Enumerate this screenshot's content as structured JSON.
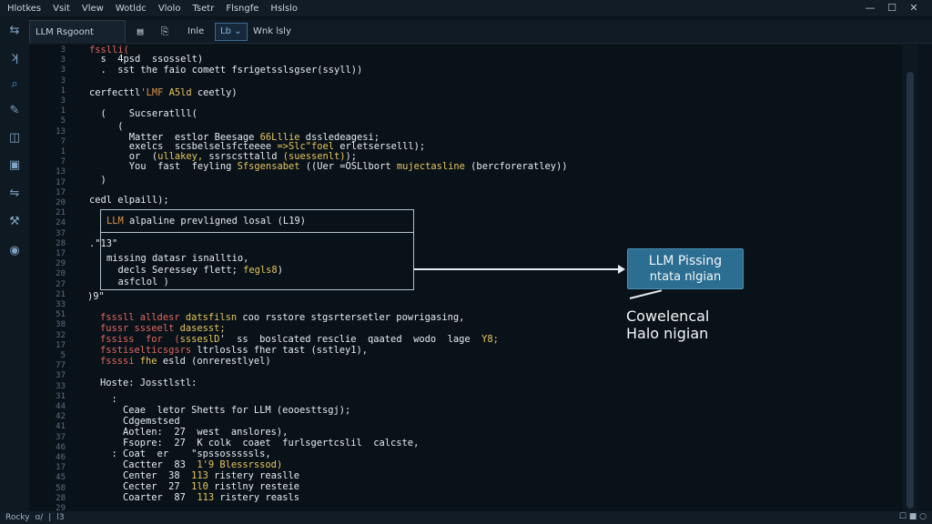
{
  "menubar": {
    "items": [
      "Hlotkes",
      "Vsit",
      "Vlew",
      "Wotldc",
      "Vlolo",
      "Tsetr",
      "Flsngfe",
      "Hslslo"
    ],
    "controls": [
      "—",
      "☐",
      "✕"
    ]
  },
  "activity": {
    "icons": [
      "files-icon",
      "source-control-icon",
      "search-icon",
      "edit-icon",
      "split-icon",
      "extensions-icon",
      "run-icon",
      "tools-icon",
      "account-icon"
    ]
  },
  "tabs": {
    "file_tab": "LLM Rsgoont",
    "info_tab": "Inle",
    "box_tab": "Lb ⌄",
    "help_tab": "Wnk lsly"
  },
  "gutter": [
    "3",
    "3",
    "3",
    "3",
    "1",
    "3",
    "1",
    "5",
    "13",
    "7",
    "1",
    "7",
    "13",
    "17",
    "17",
    "20",
    "21",
    "24",
    "37",
    "28",
    "17",
    "29",
    "20",
    "27",
    "21",
    "33",
    "51",
    "38",
    "32",
    "17",
    "5",
    "77",
    "37",
    "33",
    "31",
    "44",
    "42",
    "41",
    "37",
    "46",
    "46",
    "17",
    "45",
    "58",
    "28",
    "29"
  ],
  "code": [
    {
      "parts": [
        {
          "t": "fsslli(",
          " c": "r"
        }
      ]
    },
    {
      "parts": [
        {
          "t": "  s  4psd  ssosselt)",
          "c": "w"
        }
      ]
    },
    {
      "parts": [
        {
          "t": "  .  sst the faio comett fsrigetsslsgser(ssyll))",
          "c": "w"
        }
      ]
    },
    {
      "parts": [
        {
          "t": "cerfecttl",
          "c": "w"
        },
        {
          "t": "'LMF ",
          "c": "o"
        },
        {
          "t": "A5ld",
          "c": "y"
        },
        {
          "t": " ceetly)",
          "c": "w"
        }
      ]
    },
    {
      "parts": [
        {
          "t": "  (    Sucseratlll(",
          "c": "w"
        }
      ]
    },
    {
      "parts": [
        {
          "t": "     (",
          "c": "w"
        }
      ]
    },
    {
      "parts": [
        {
          "t": "       Matter  estlor Beesage ",
          "c": "w"
        },
        {
          "t": "66Lllie",
          "c": "y"
        },
        {
          "t": " dssledeagesi;",
          "c": "w"
        }
      ]
    },
    {
      "parts": [
        {
          "t": "       exelcs  scsbelselsfcteeee ",
          "c": "w"
        },
        {
          "t": "=>Slc\"foel",
          "c": "y"
        },
        {
          "t": " erletserselll);",
          "c": "w"
        }
      ]
    },
    {
      "parts": [
        {
          "t": "       or  (",
          "c": "w"
        },
        {
          "t": "ullakey,",
          "c": "y"
        },
        {
          "t": " ssrscsttalld ",
          "c": "w"
        },
        {
          "t": "(suessenlt)",
          "c": "y"
        },
        {
          "t": ");",
          "c": "w"
        }
      ]
    },
    {
      "parts": [
        {
          "t": "       You  fast  feyling ",
          "c": "w"
        },
        {
          "t": "Sfsgensabet",
          "c": "y"
        },
        {
          "t": " ((Uer =OSLlbort ",
          "c": "w"
        },
        {
          "t": "mujectasline",
          "c": "y"
        },
        {
          "t": " (bercforeratley))",
          "c": "w"
        }
      ]
    },
    {
      "parts": [
        {
          "t": "  )",
          "c": "w"
        }
      ]
    },
    {
      "parts": [
        {
          "t": "cedl elpaill);",
          "c": "w"
        }
      ]
    }
  ],
  "box1_line": {
    "prefix": "LLM ",
    "rest": "alpaline prevligned losal (L19)"
  },
  "box2": {
    "bullet": ".\"13\"",
    "lines": [
      "missing datasr isnalltio,",
      "  decls Seressey flett; ",
      "  asfclol )"
    ],
    "yellow_word": "fegls8",
    "closing": ")9\""
  },
  "code2": [
    {
      "parts": [
        {
          "t": "fsssll alldesr ",
          "c": "r"
        },
        {
          "t": "datsfilsn ",
          "c": "y"
        },
        {
          "t": "coo rsstore stgsrtersetler powrigasing,",
          "c": "w"
        }
      ]
    },
    {
      "parts": [
        {
          "t": "fussr ssseelt ",
          "c": "r"
        },
        {
          "t": "dasesst;",
          "c": "y"
        }
      ]
    },
    {
      "parts": [
        {
          "t": "fssiss  for  (",
          "c": "r"
        },
        {
          "t": "ssseslD",
          "c": "y"
        },
        {
          "t": "'  ss  boslcated resclie  qaated  wodo  lage  ",
          "c": "w"
        },
        {
          "t": "Y8;",
          "c": "y"
        }
      ]
    },
    {
      "parts": [
        {
          "t": "fsstiselticsgsrs ",
          "c": "r"
        },
        {
          "t": "ltrloslss ",
          "c": "w"
        },
        {
          "t": "fher tast (sstley1),",
          "c": "w"
        }
      ]
    },
    {
      "parts": [
        {
          "t": "fssssi ",
          "c": "r"
        },
        {
          "t": "fhe ",
          "c": "y"
        },
        {
          "t": "esld (onrerestlyel)",
          "c": "w"
        }
      ]
    },
    {
      "parts": [
        {
          "t": "",
          "c": "w"
        }
      ]
    },
    {
      "parts": [
        {
          "t": "Hoste: Josstlstl:",
          "c": "w"
        }
      ]
    },
    {
      "parts": [
        {
          "t": "  :",
          "c": "w"
        }
      ]
    },
    {
      "parts": [
        {
          "t": "    Ceae  letor Shetts for LLM (eooesttsgj);",
          "c": "w"
        }
      ]
    },
    {
      "parts": [
        {
          "t": "    Cdgemstsed",
          "c": "w"
        }
      ]
    },
    {
      "parts": [
        {
          "t": "    Aotlen:  27  west  anslores),",
          "c": "w"
        }
      ]
    },
    {
      "parts": [
        {
          "t": "    Fsopre:  27  K colk  coaet  furlsgertcslil  calcste,",
          "c": "w"
        }
      ]
    },
    {
      "parts": [
        {
          "t": "  : Coat  er    \"spssosssssls,",
          "c": "w"
        }
      ]
    },
    {
      "parts": [
        {
          "t": "    Cactter  83  ",
          "c": "w"
        },
        {
          "t": "1'9 Blessrssod)",
          "c": "y"
        }
      ]
    },
    {
      "parts": [
        {
          "t": "    Center  38  ",
          "c": "w"
        },
        {
          "t": "113",
          "c": "y"
        },
        {
          "t": " ristery reaslle",
          "c": "w"
        }
      ]
    },
    {
      "parts": [
        {
          "t": "    Cecter  27  ",
          "c": "w"
        },
        {
          "t": "1l0",
          "c": "y"
        },
        {
          "t": " ristlny resteie",
          "c": "w"
        }
      ]
    },
    {
      "parts": [
        {
          "t": "    Coarter  87  ",
          "c": "w"
        },
        {
          "t": "113",
          "c": "y"
        },
        {
          "t": " ristery reasls",
          "c": "w"
        }
      ]
    }
  ],
  "callout": {
    "line1": "LLM Pissing",
    "line2": "ntata nlgian"
  },
  "side_note": {
    "line1": "Cowelencal",
    "line2": "Halo nigian"
  },
  "statusbar": {
    "left": [
      "Rocky",
      "ɑ/",
      "|",
      "l3"
    ],
    "right": "☐  ■ ○"
  }
}
